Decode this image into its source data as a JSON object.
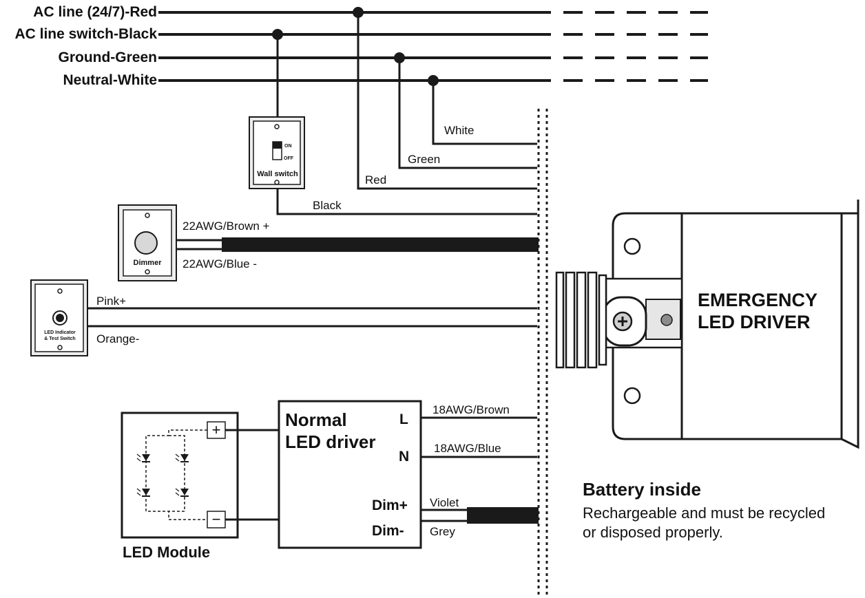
{
  "bus": {
    "red": "AC line (24/7)-Red",
    "black": "AC line switch-Black",
    "green": "Ground-Green",
    "white": "Neutral-White"
  },
  "wires": {
    "white": "White",
    "green": "Green",
    "red": "Red",
    "black": "Black",
    "brown_plus": "22AWG/Brown +",
    "blue_minus": "22AWG/Blue -",
    "pink": "Pink+",
    "orange": "Orange-",
    "brown18": "18AWG/Brown",
    "blue18": "18AWG/Blue",
    "violet": "Violet",
    "grey": "Grey"
  },
  "wall_switch": {
    "label": "Wall switch",
    "on": "ON",
    "off": "OFF"
  },
  "dimmer": {
    "label": "Dimmer"
  },
  "indicator": {
    "line1": "LED Indicator",
    "line2": "& Test Switch"
  },
  "normal_driver": {
    "title1": "Normal",
    "title2": "LED driver",
    "l": "L",
    "n": "N",
    "dim_plus": "Dim+",
    "dim_minus": "Dim-"
  },
  "led_module": {
    "label": "LED  Module",
    "plus": "+",
    "minus": "−"
  },
  "emergency": {
    "line1": "EMERGENCY",
    "line2": "LED DRIVER"
  },
  "battery": {
    "title": "Battery inside",
    "note1": "Rechargeable and must be recycled",
    "note2": "or disposed properly."
  }
}
